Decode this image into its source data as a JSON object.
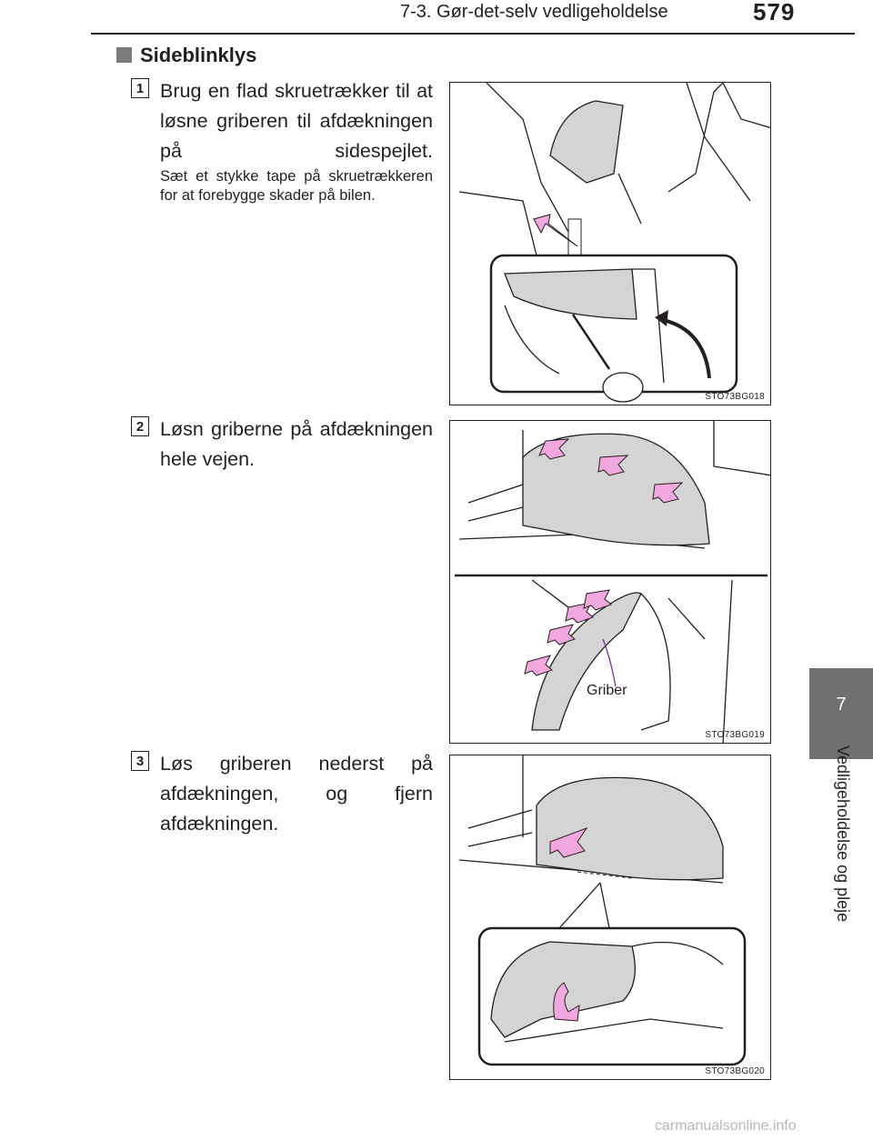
{
  "header": {
    "title": "7-3. Gør-det-selv vedligeholdelse",
    "page_number": "579"
  },
  "section": {
    "title": "Sideblinklys"
  },
  "steps": [
    {
      "number": "1",
      "text": "Brug en flad skruetrækker til at løsne griberen til afdækningen på sidespejlet.",
      "note": "Sæt et stykke tape på skruetrækkeren for at forebygge skader på bilen.",
      "figure_code": "STO73BG018"
    },
    {
      "number": "2",
      "text": "Løsn griberne på afdækningen hele vejen.",
      "figure_code": "STO73BG019",
      "callout": "Griber"
    },
    {
      "number": "3",
      "text": "Løs griberen nederst på afdækningen, og fjern afdækningen.",
      "figure_code": "STO73BG020"
    }
  ],
  "side_tab": {
    "chapter": "7",
    "label": "Vedligeholdelse og pleje"
  },
  "watermark": "carmanualsonline.info",
  "colors": {
    "text": "#231f20",
    "tab_gray": "#6f6f6f",
    "arrow_pink": "#f3a7df",
    "part_gray": "#d4d4d4"
  }
}
